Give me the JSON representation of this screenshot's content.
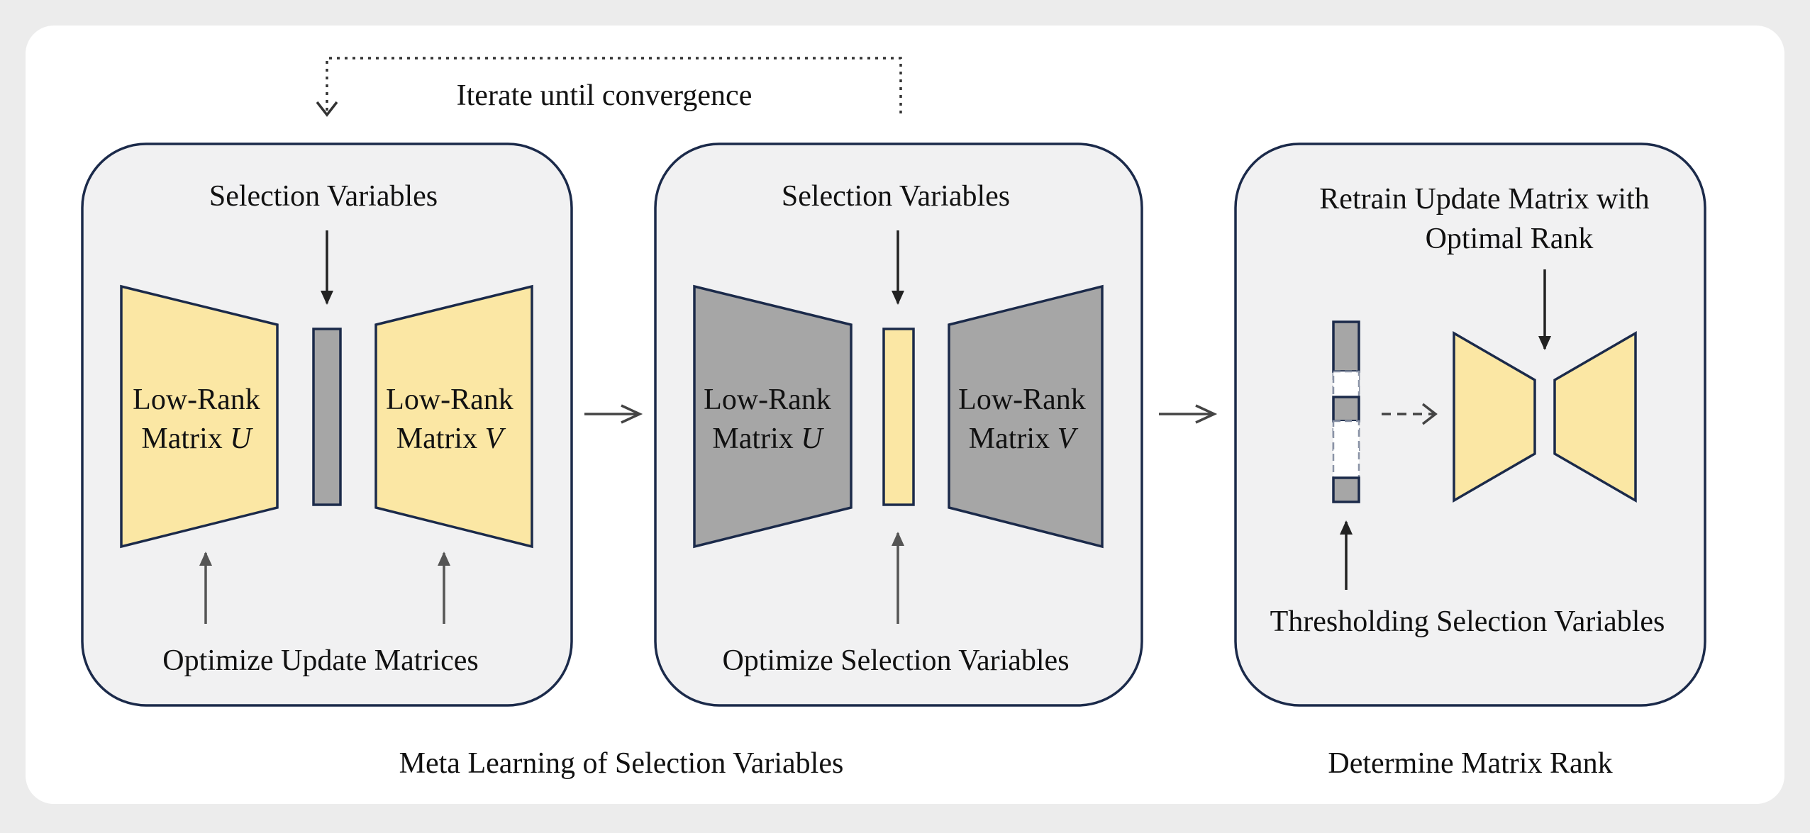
{
  "loop_label": "Iterate until convergence",
  "panel1": {
    "top_label": "Selection Variables",
    "left_matrix_line1": "Low-Rank",
    "left_matrix_line2": "Matrix U",
    "right_matrix_line1": "Low-Rank",
    "right_matrix_line2": "Matrix V",
    "bottom_label": "Optimize Update Matrices"
  },
  "panel2": {
    "top_label": "Selection Variables",
    "left_matrix_line1": "Low-Rank",
    "left_matrix_line2": "Matrix U",
    "right_matrix_line1": "Low-Rank",
    "right_matrix_line2": "Matrix V",
    "bottom_label": "Optimize Selection Variables"
  },
  "panel3": {
    "top_label_line1": "Retrain Update Matrix with",
    "top_label_line2": "Optimal Rank",
    "bottom_label": "Thresholding Selection Variables"
  },
  "captions": {
    "left": "Meta Learning of Selection Variables",
    "right": "Determine Matrix Rank"
  },
  "colors": {
    "panel_fill": "#f1f1f2",
    "outline": "#1b2a4a",
    "matrix_yellow": "#fbe7a4",
    "matrix_gray": "#a6a6a6"
  }
}
